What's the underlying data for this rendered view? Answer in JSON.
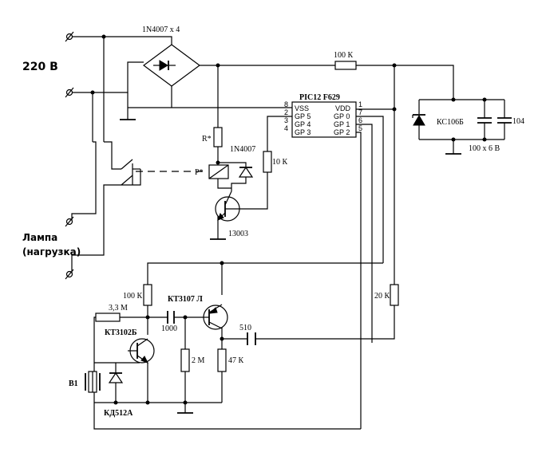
{
  "labels": {
    "mains": "220 В",
    "lamp_line1": "Лампа",
    "lamp_line2": "(нагрузка)",
    "bridge": "1N4007 х 4",
    "r_top": "100 К",
    "ic_name": "PIC12 F629",
    "zener": "КС106Б",
    "cap_104": "104",
    "cap_100x6": "100 х 6 В",
    "r_star": "R*",
    "diode_relay": "1N4007",
    "relay": "Р*",
    "r_10k": "10 К",
    "transistor_13003": "13003",
    "r_100k": "100 К",
    "r_33m": "3,3 М",
    "kt3107": "КТ3107 Л",
    "kt3102": "КТ3102Б",
    "cap_1000": "1000",
    "cap_510": "510",
    "r_20k": "20 К",
    "r_2m": "2 М",
    "r_47k": "47 К",
    "b1": "В1",
    "kd512": "КД512А"
  },
  "ic": {
    "pins_left": [
      {
        "num": "8",
        "name": "VSS"
      },
      {
        "num": "2",
        "name": "GP 5"
      },
      {
        "num": "3",
        "name": "GP 4"
      },
      {
        "num": "4",
        "name": "GP 3"
      }
    ],
    "pins_right": [
      {
        "num": "1",
        "name": "VDD"
      },
      {
        "num": "7",
        "name": "GP 0"
      },
      {
        "num": "6",
        "name": "GP 1"
      },
      {
        "num": "5",
        "name": "GP 2"
      }
    ]
  }
}
